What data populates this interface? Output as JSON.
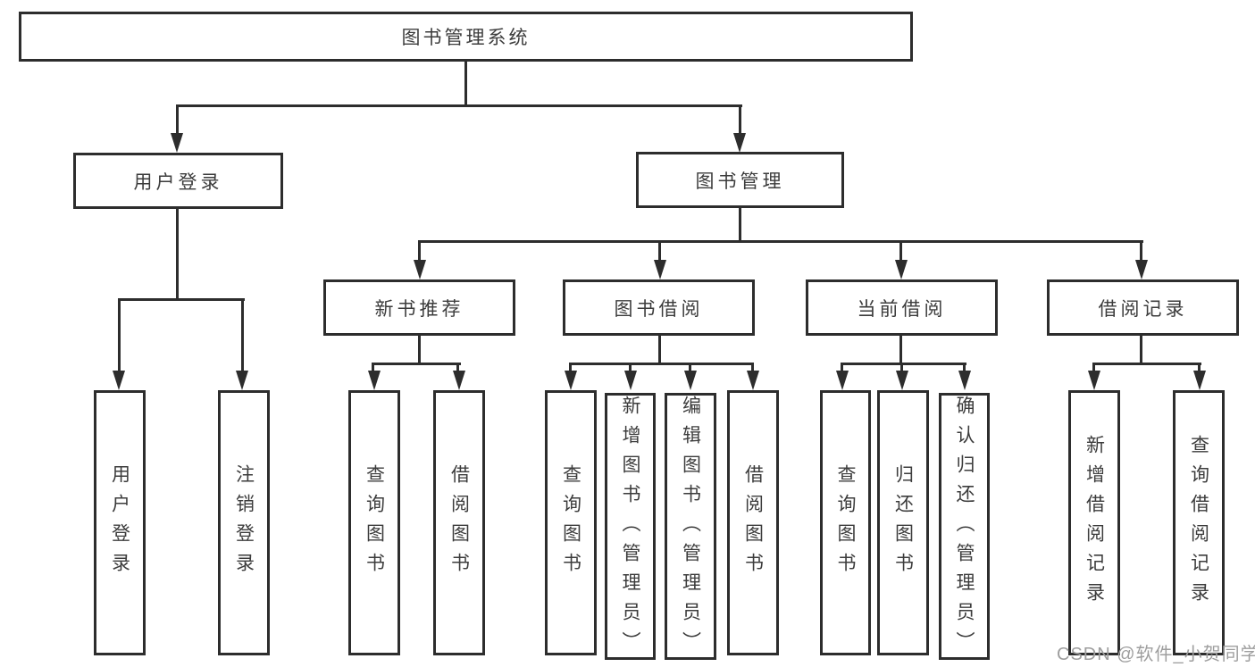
{
  "colors": {
    "line": "#2d2d2d",
    "text": "#3c3c3c",
    "watermark": "#9e9e9e",
    "background": "#ffffff"
  },
  "watermark": {
    "text": "CSDN @软件_小贺同学"
  },
  "tree": {
    "root": {
      "label": "图书管理系统"
    },
    "children": [
      {
        "label": "用户登录",
        "children": [
          {
            "label": "用户登录"
          },
          {
            "label": "注销登录"
          }
        ]
      },
      {
        "label": "图书管理",
        "children": [
          {
            "label": "新书推荐",
            "children": [
              {
                "label": "查询图书"
              },
              {
                "label": "借阅图书"
              }
            ]
          },
          {
            "label": "图书借阅",
            "children": [
              {
                "label": "查询图书"
              },
              {
                "label": "新增图书（管理员）"
              },
              {
                "label": "编辑图书（管理员）"
              },
              {
                "label": "借阅图书"
              }
            ]
          },
          {
            "label": "当前借阅",
            "children": [
              {
                "label": "查询图书"
              },
              {
                "label": "归还图书"
              },
              {
                "label": "确认归还（管理员）"
              }
            ]
          },
          {
            "label": "借阅记录",
            "children": [
              {
                "label": "新增借阅记录"
              },
              {
                "label": "查询借阅记录"
              }
            ]
          }
        ]
      }
    ]
  }
}
